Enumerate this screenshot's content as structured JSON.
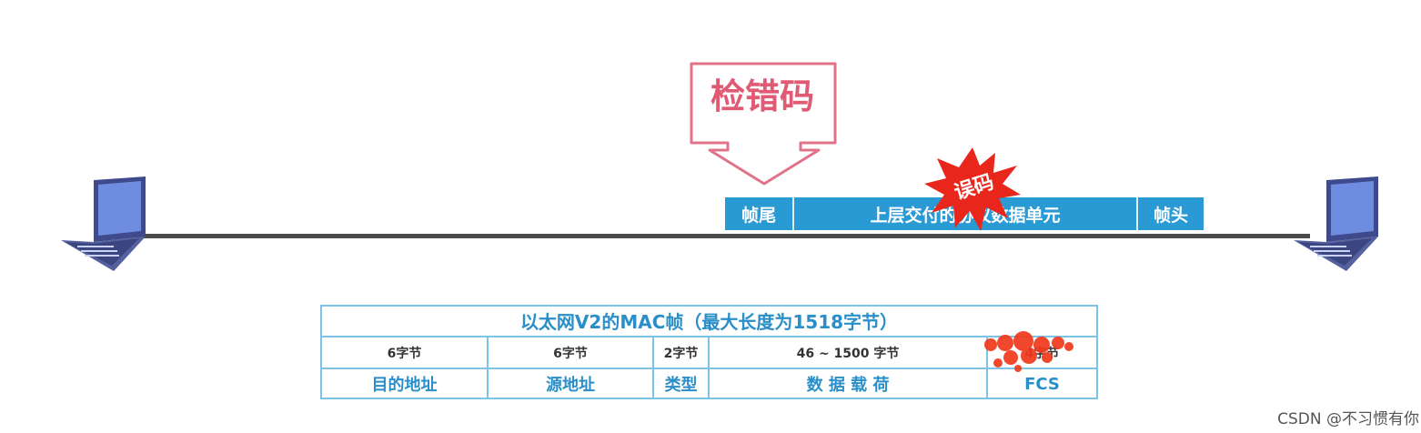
{
  "callout": {
    "label": "检错码"
  },
  "frame": {
    "trailer": "帧尾",
    "payload": "上层交付的协议数据单元",
    "header": "帧头"
  },
  "error_badge": {
    "label": "误码"
  },
  "mac_table": {
    "title": "以太网V2的MAC帧（最大长度为1518字节）",
    "sizes": [
      "6字节",
      "6字节",
      "2字节",
      "46 ~ 1500 字节",
      "4字节"
    ],
    "fields": [
      "目的地址",
      "源地址",
      "类型",
      "数 据 载 荷",
      "FCS"
    ]
  },
  "watermark": "CSDN @不习惯有你",
  "colors": {
    "frame_blue": "#2a9ad4",
    "table_text": "#2a8fc8",
    "callout_pink": "#e05a74",
    "error_red": "#e8261b",
    "line_gray": "#4a4a4a"
  },
  "icons": {
    "left_host": "laptop-icon",
    "right_host": "laptop-icon"
  }
}
